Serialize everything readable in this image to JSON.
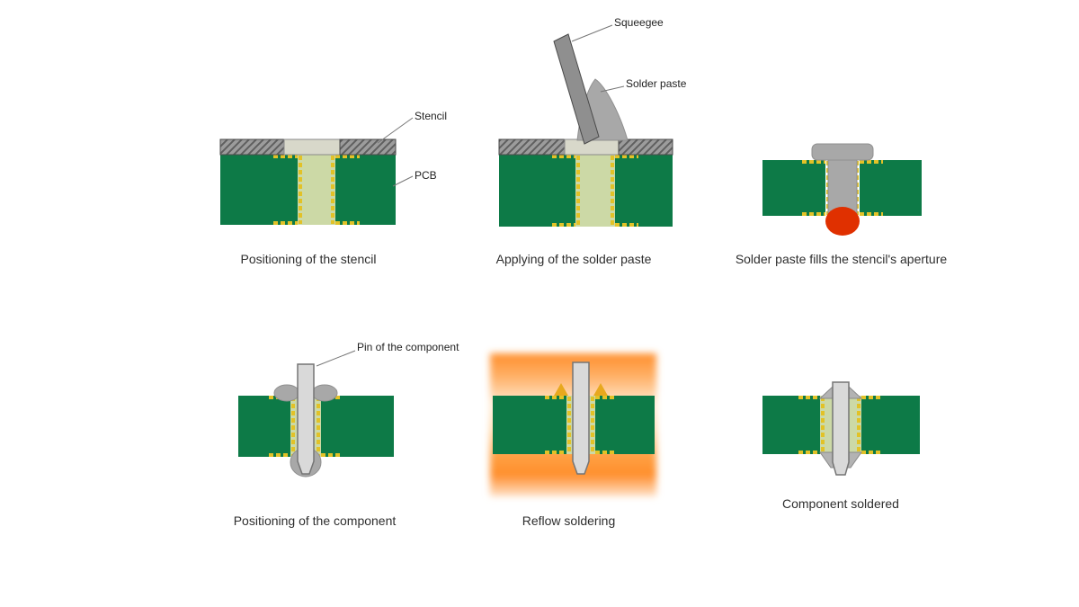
{
  "panels": [
    {
      "caption": "Positioning of the stencil"
    },
    {
      "caption": "Applying of the solder paste"
    },
    {
      "caption": "Solder paste fills the stencil's aperture"
    },
    {
      "caption": "Positioning of the component"
    },
    {
      "caption": "Reflow soldering"
    },
    {
      "caption": "Component soldered"
    }
  ],
  "labels": {
    "stencil": "Stencil",
    "pcb": "PCB",
    "squeegee": "Squeegee",
    "solder_paste": "Solder paste",
    "pin": "Pin of the component"
  },
  "colors": {
    "pcb_green": "#0d7a47",
    "hole_fill": "#ccd9a6",
    "pad_yellow": "#e2c227",
    "aperture_gray": "#d8d8ca",
    "paste_gray": "#a8a8a8",
    "squeegee_gray": "#8f8f8f",
    "pin_gray": "#d9d9d9",
    "solder_red": "#e03000",
    "arrow_gold": "#e8a81e",
    "heat_orange": "#ff8e2b"
  }
}
